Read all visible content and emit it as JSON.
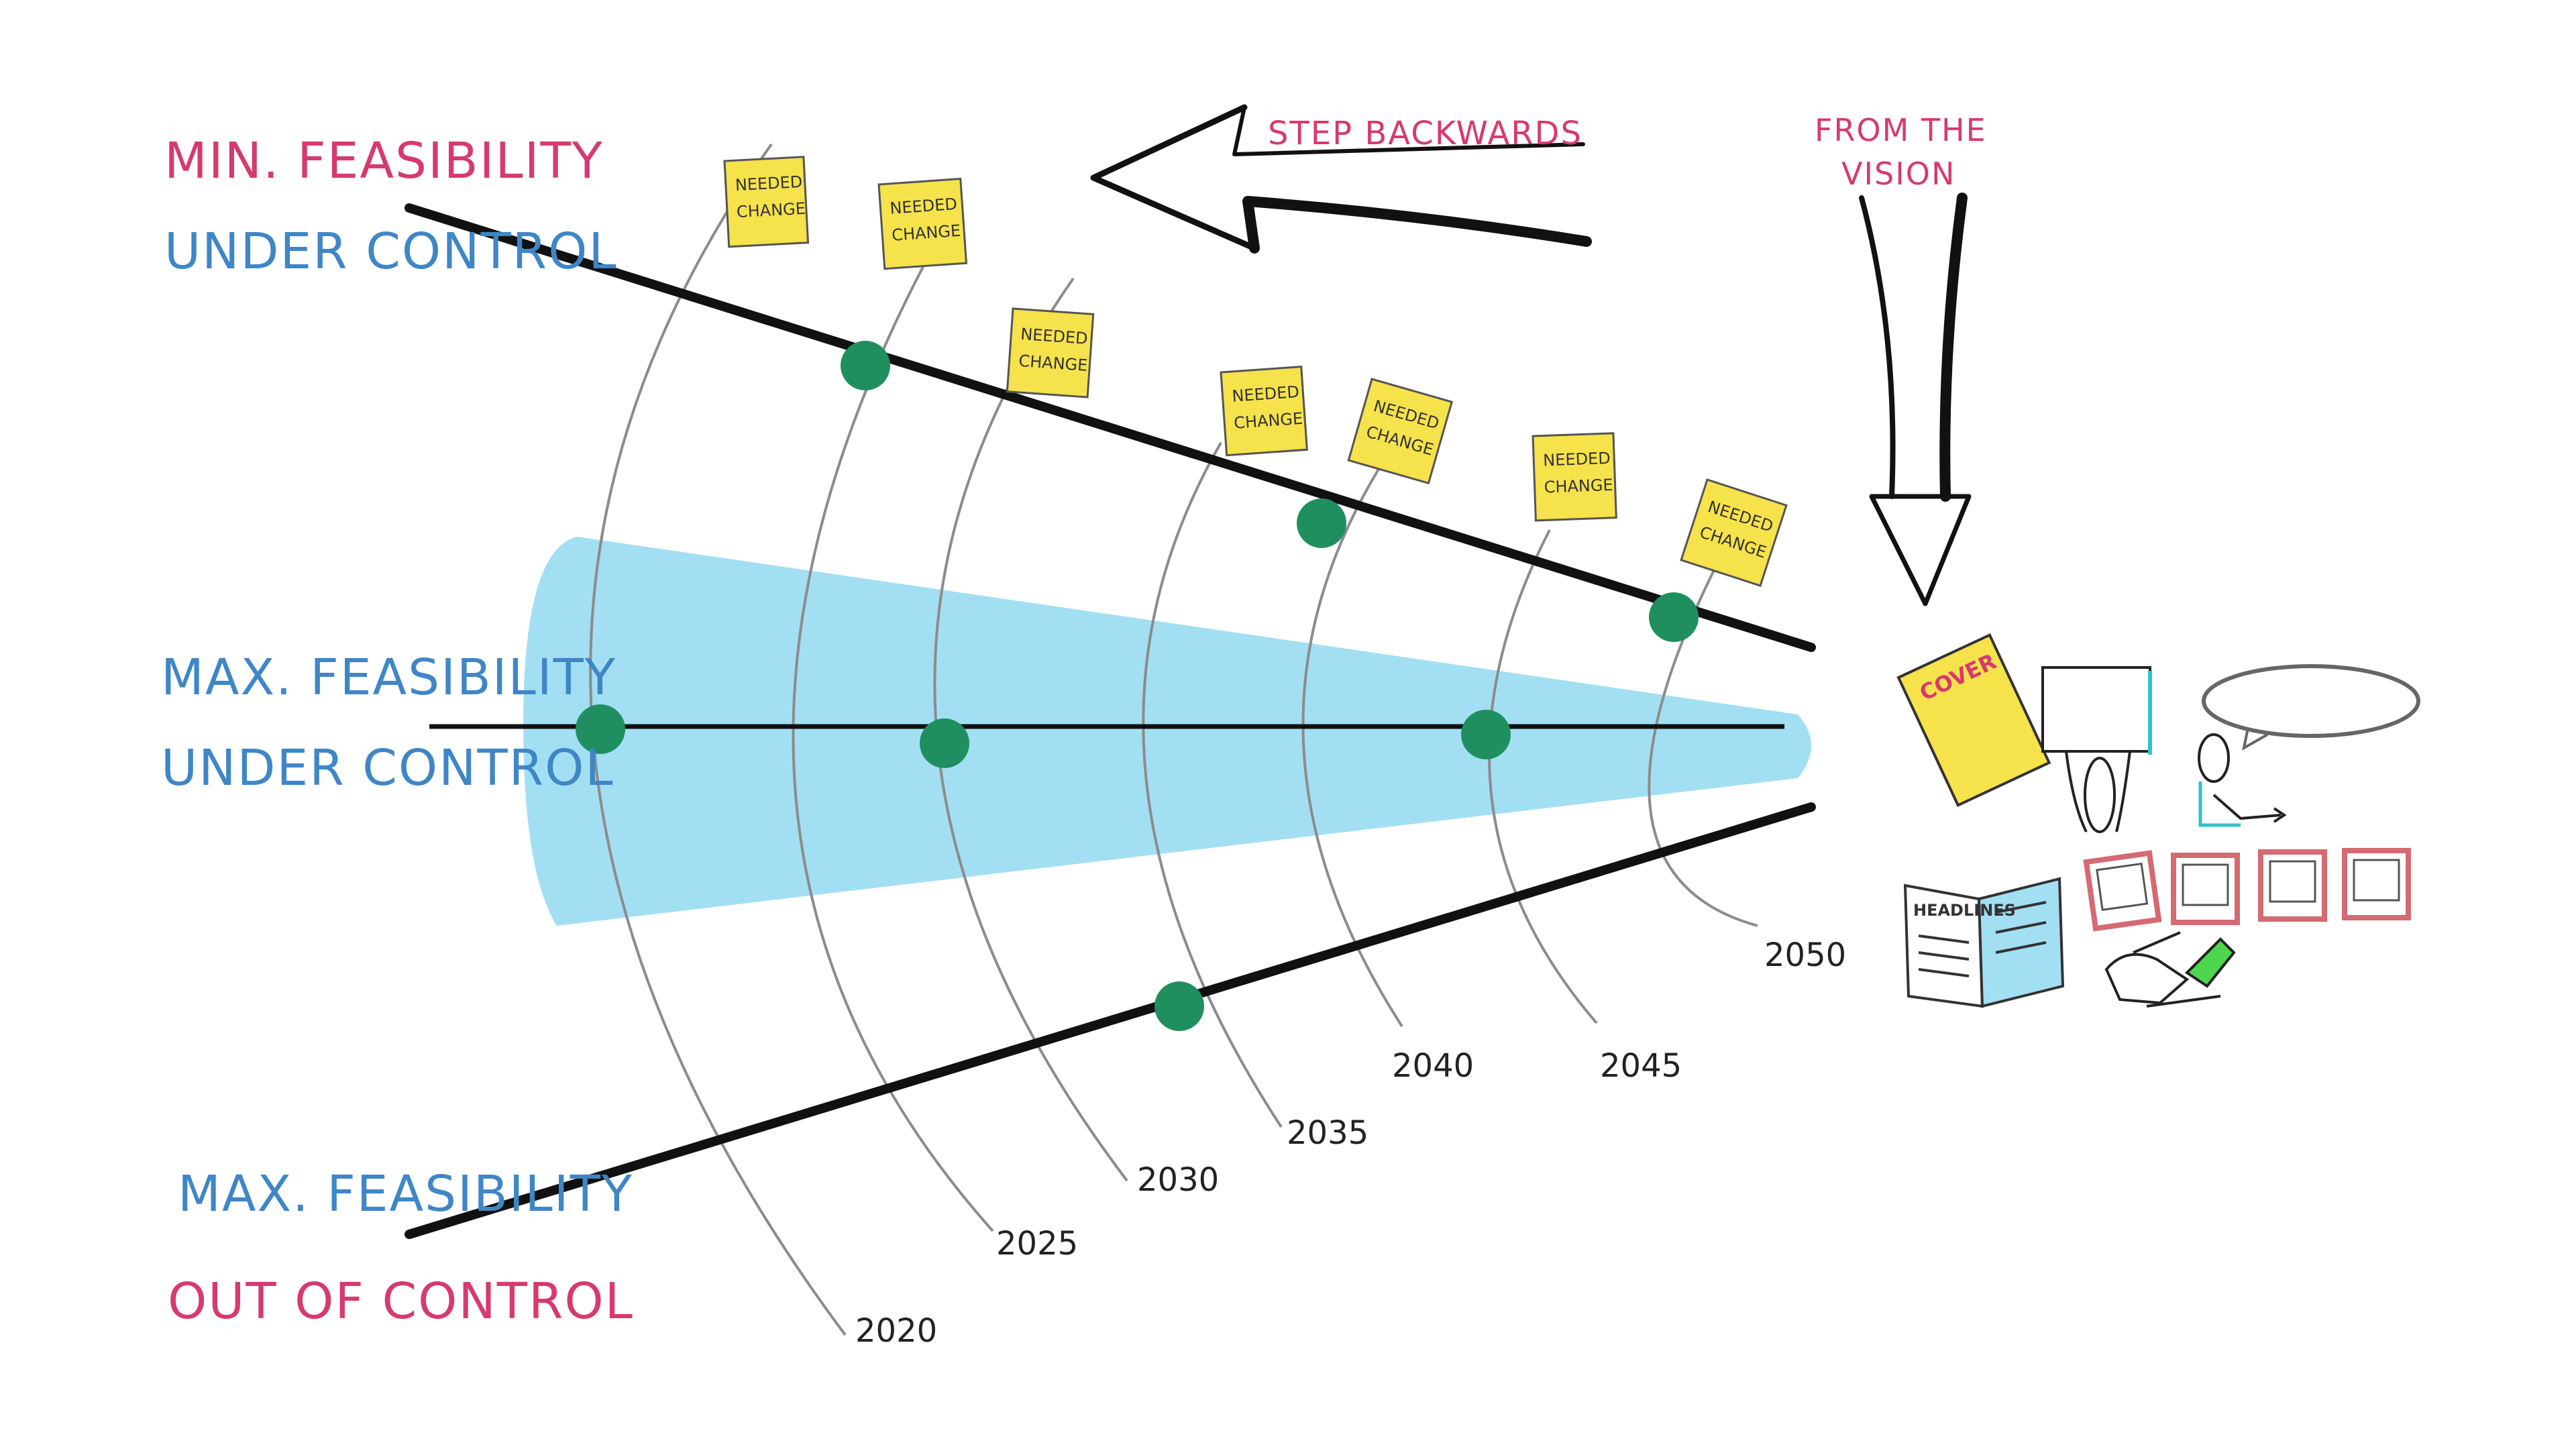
{
  "left_labels": {
    "min_feasibility": "MIN. FEASIBILITY",
    "under_control_top": "UNDER CONTROL",
    "max_feasibility_mid": "MAX. FEASIBILITY",
    "under_control_mid": "UNDER CONTROL",
    "max_feasibility_bottom": "MAX. FEASIBILITY",
    "out_of_control": "OUT OF CONTROL"
  },
  "arrows": {
    "step_backwards": "STEP BACKWARDS",
    "from_the_vision_line1": "FROM THE",
    "from_the_vision_line2": "VISION"
  },
  "years": [
    "2020",
    "2025",
    "2030",
    "2035",
    "2040",
    "2045",
    "2050"
  ],
  "sticky_note": {
    "line1": "NEEDED",
    "line2": "CHANGE"
  },
  "vision_icons": [
    "cover-book-icon",
    "whiteboard-icon",
    "speech-bubble-person-icon",
    "headlines-magazine-icon",
    "photo-frame-icon",
    "drawing-hand-icon"
  ],
  "vision_texts": {
    "cover": "COVER",
    "headlines": "HEADLINES"
  },
  "colors": {
    "cone": "#a3dff3",
    "dot": "#1f8f5f",
    "sticky": "#f6e24b",
    "pink": "#d63a6e",
    "blue": "#3f86c6",
    "frame": "#d46a72"
  }
}
